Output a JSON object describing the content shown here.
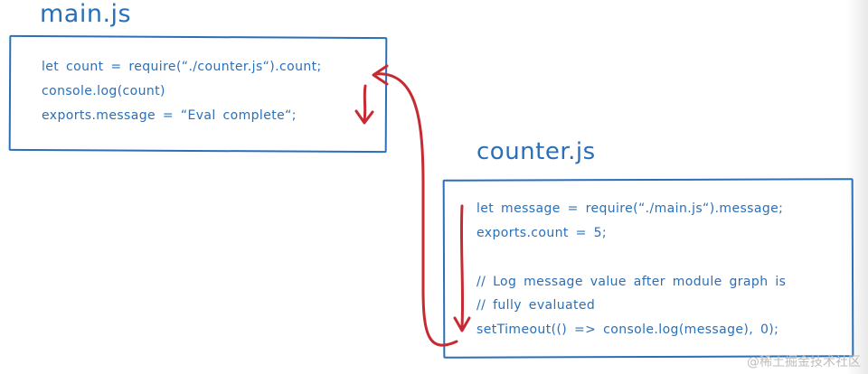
{
  "main_module": {
    "title": "main.js",
    "lines": [
      "let count = require(“./counter.js“).count;",
      "console.log(count)",
      "exports.message = “Eval complete“;"
    ]
  },
  "counter_module": {
    "title": "counter.js",
    "lines": [
      "let message = require(“./main.js“).message;",
      "exports.count = 5;",
      "",
      "// Log message value after module graph is",
      "// fully evaluated",
      "setTimeout(() => console.log(message), 0);"
    ]
  },
  "watermark": "@稀土掘金技术社区",
  "colors": {
    "ink_blue": "#2a6fb8",
    "arrow_red": "#c62a32"
  }
}
